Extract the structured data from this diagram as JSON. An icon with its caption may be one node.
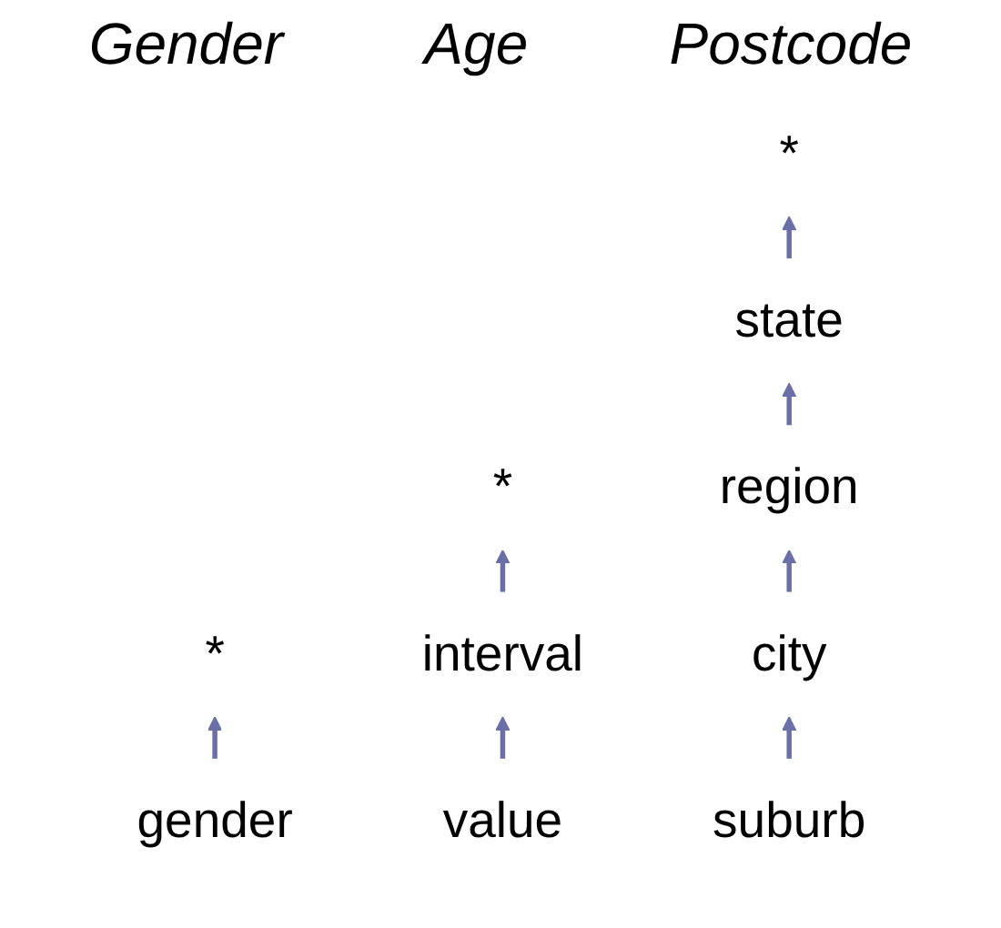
{
  "diagram": {
    "nodes": [
      {
        "text": [
          "*"
        ]
      },
      {
        "text": [
          "*"
        ]
      },
      {
        "text": [
          "*"
        ]
      },
      {
        "text": [
          "gender"
        ]
      },
      {
        "text": [
          "interval"
        ]
      },
      {
        "text": [
          "state"
        ]
      },
      {
        "text": [
          "value"
        ]
      },
      {
        "text": [
          "region"
        ]
      },
      {
        "text": [
          "city"
        ]
      },
      {
        "text": [
          "suburb"
        ]
      }
    ],
    "edges": [
      {
        "from": 3,
        "to": 0,
        "arrow": "to"
      },
      {
        "from": 4,
        "to": 1,
        "arrow": "to"
      },
      {
        "from": 6,
        "to": 4,
        "arrow": "to"
      },
      {
        "from": 5,
        "to": 2,
        "arrow": "to"
      },
      {
        "from": 7,
        "to": 5,
        "arrow": "to"
      },
      {
        "from": 8,
        "to": 7,
        "arrow": "to"
      },
      {
        "from": 9,
        "to": 8,
        "arrow": "to"
      }
    ],
    "labels": [
      "Gender",
      "Age",
      "Postcode"
    ]
  }
}
